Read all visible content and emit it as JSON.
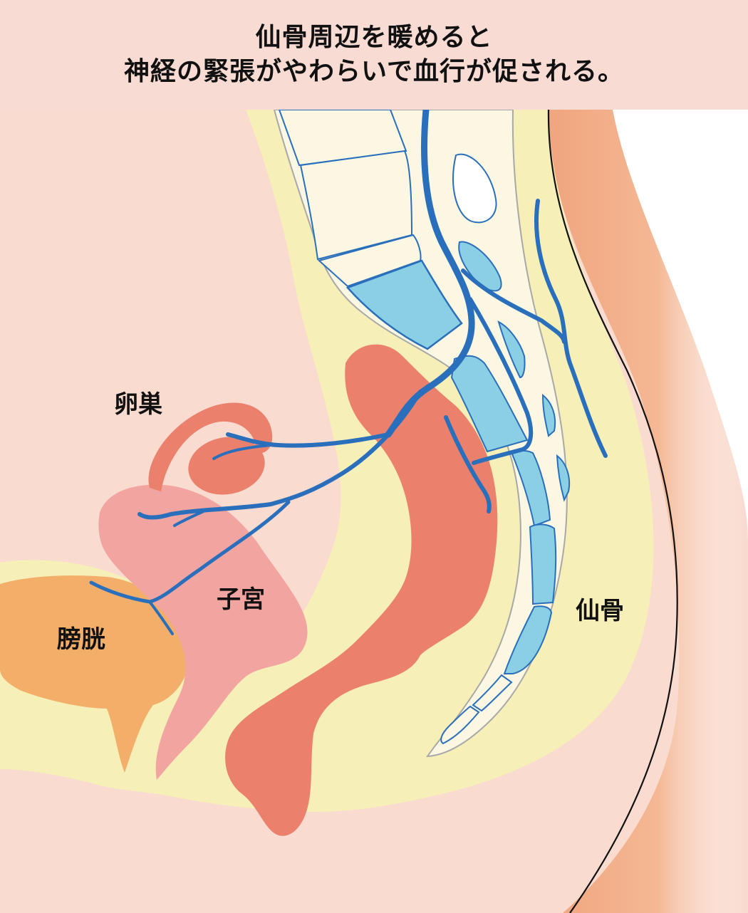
{
  "header": {
    "title_line_1": "仙骨周辺を暖めると",
    "title_line_2": "神経の緊張がやわらいで血行が促される。"
  },
  "labels": {
    "ovary": "卵巣",
    "uterus": "子宮",
    "bladder": "膀胱",
    "sacrum": "仙骨"
  },
  "colors": {
    "banner_bg": "#f8dcd4",
    "body_pink": "#f9dbcf",
    "fat_yellow": "#f6efb8",
    "bone_cream": "#fbf7e2",
    "vertebra_blue": "#8acfe4",
    "nerve_blue": "#2a6fbb",
    "rectum_red": "#eb806d",
    "ovary_red": "#eb806d",
    "uterus_pink": "#f2a4a0",
    "bladder_orange": "#f3ae6a",
    "skin_orange": "#f0a57e",
    "outline_black": "#111111"
  }
}
